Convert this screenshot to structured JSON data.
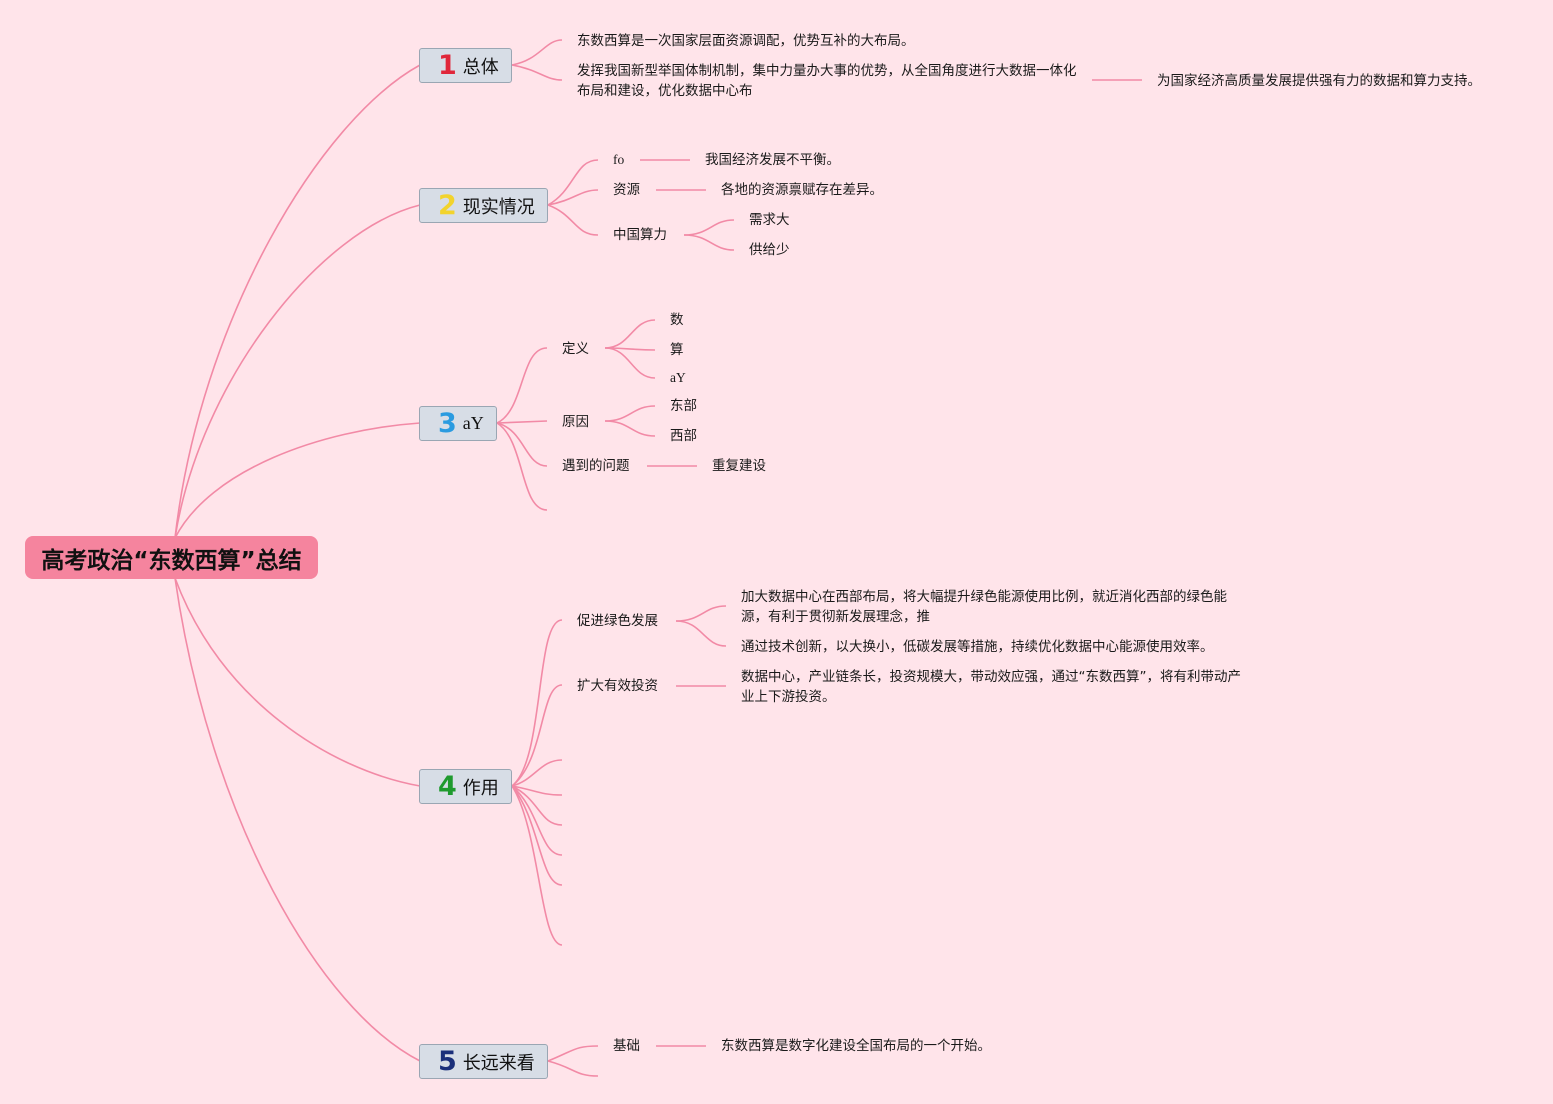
{
  "root": {
    "title": "高考政治“东数西算”总结"
  },
  "colors": {
    "background": "#ffe4ea",
    "root_fill": "#f5849e",
    "link": "#f28aa6",
    "branch_fill": "#d7dde6"
  },
  "branches": [
    {
      "number": "1",
      "number_color": "#e0263a",
      "label": "总体",
      "children": [
        {
          "text": "东数西算是一次国家层面资源调配，优势互补的大布局。"
        },
        {
          "text": "发挥我国新型举国体制机制，集中力量办大事的优势，从全国角度进行大数据一体化布局和建设，优化数据中心布",
          "child": "为国家经济高质量发展提供强有力的数据和算力支持。"
        }
      ]
    },
    {
      "number": "2",
      "number_color": "#f2d32c",
      "label": "现实情况",
      "children": [
        {
          "text": "fo",
          "child": "我国经济发展不平衡。"
        },
        {
          "text": "资源",
          "child": "各地的资源禀赋存在差异。"
        },
        {
          "text": "中国算力",
          "children": [
            "需求大",
            "供给少"
          ]
        }
      ]
    },
    {
      "number": "3",
      "number_color": "#2a9be0",
      "label": "aY",
      "children": [
        {
          "text": "定义",
          "children": [
            "数",
            "算",
            "aY"
          ]
        },
        {
          "text": "原因",
          "children": [
            "东部",
            "西部"
          ]
        },
        {
          "text": "遇到的问题",
          "child": "重复建设"
        }
      ]
    },
    {
      "number": "4",
      "number_color": "#1f9a2e",
      "label": "作用",
      "children": [
        {
          "text": "促进绿色发展",
          "children": [
            "加大数据中心在西部布局，将大幅提升绿色能源使用比例，就近消化西部的绿色能源，有利于贯彻新发展理念，推",
            "通过技术创新，以大换小，低碳发展等措施，持续优化数据中心能源使用效率。"
          ]
        },
        {
          "text": "扩大有效投资",
          "child": "数据中心，产业链条长，投资规模大，带动效应强，通过“东数西算”，将有利带动产业上下游投资。"
        }
      ]
    },
    {
      "number": "5",
      "number_color": "#1b2f7a",
      "label": "长远来看",
      "children": [
        {
          "text": "基础",
          "child": "东数西算是数字化建设全国布局的一个开始。"
        }
      ]
    }
  ]
}
